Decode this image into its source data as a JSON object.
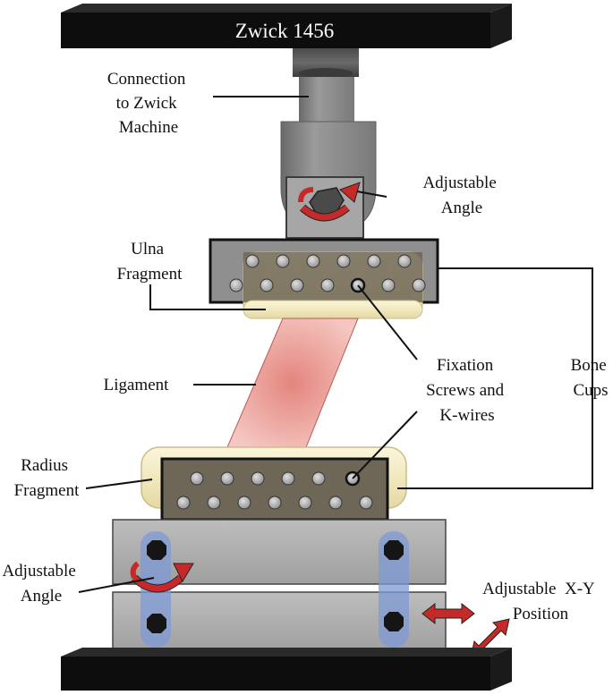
{
  "machine": {
    "name": "Zwick 1456"
  },
  "labels": {
    "connection": [
      "Connection",
      "to Zwick",
      "Machine"
    ],
    "angle_top": [
      "Adjustable",
      "Angle"
    ],
    "ulna": [
      "Ulna",
      "Fragment"
    ],
    "ligament": [
      "Ligament"
    ],
    "fixation": [
      "Fixation",
      "Screws and",
      "K-wires"
    ],
    "bone_cups": [
      "Bone",
      "Cups"
    ],
    "radius": [
      "Radius",
      "Fragment"
    ],
    "angle_bottom": [
      "Adjustable",
      "Angle"
    ],
    "xy": [
      "Adjustable  X-Y",
      "Position"
    ]
  },
  "colors": {
    "frame": "#0d0d0d",
    "metal_grey": "#a9a9a9",
    "dark_grey": "#5b5b5b",
    "cup_fill": "#6e6656",
    "bone": "#f3ecc4",
    "ligament": "#e89088",
    "arrow_red": "#c62a28",
    "blue_band": "#7d99d4",
    "screw": "#b5b5b5"
  },
  "icons": [
    "curved-arrow-icon",
    "double-arrow-icon"
  ]
}
